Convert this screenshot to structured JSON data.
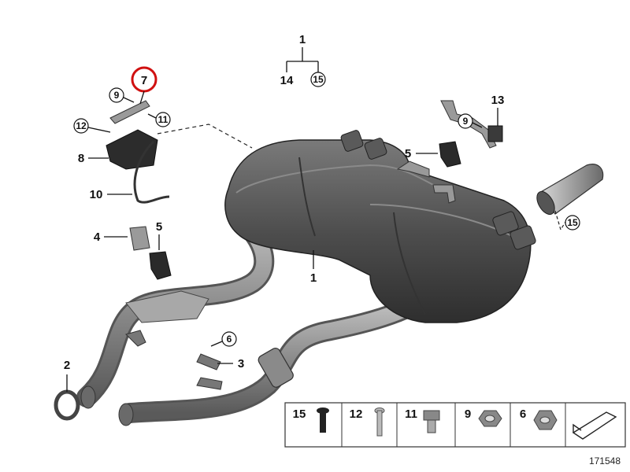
{
  "diagram": {
    "document_number": "171548",
    "highlighted_part": "7",
    "callouts": {
      "p1_top": "1",
      "p14": "14",
      "p15_top": "15",
      "p7": "7",
      "p9_left": "9",
      "p11_left": "11",
      "p12_left": "12",
      "p8": "8",
      "p10": "10",
      "p13": "13",
      "p9_right": "9",
      "p5_right": "5",
      "p15_right": "15",
      "p4": "4",
      "p5_left": "5",
      "p1_mid": "1",
      "p6": "6",
      "p3": "3",
      "p2": "2"
    },
    "legend": [
      "15",
      "12",
      "11",
      "9",
      "6"
    ],
    "colors": {
      "highlight": "#d01010",
      "metal_dark": "#4a4a4a",
      "metal_light": "#9a9a9a",
      "pipe": "#8c8c8c"
    }
  }
}
